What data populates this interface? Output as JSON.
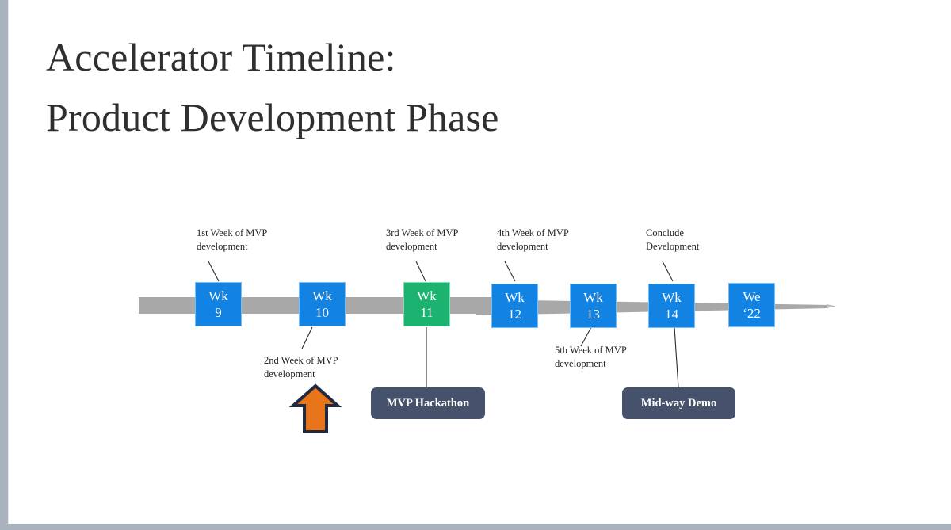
{
  "slide": {
    "title_lines": [
      "Accelerator Timeline:",
      "Product Development Phase"
    ]
  },
  "colors": {
    "blue": "#1283e2",
    "blue_border": "#79bff3",
    "green": "#1cb371",
    "green_border": "#7fe0b3",
    "bar_gray": "#a8a8a8",
    "callout_slate": "#46526b",
    "arrow_orange": "#e8751a",
    "arrow_outline": "#1f2a40",
    "edge_gray": "#aab2bd",
    "text_dark": "#2f2f2f"
  },
  "timeline": {
    "milestones": [
      {
        "top_text": "Wk",
        "bottom_text": "9",
        "color": "blue"
      },
      {
        "top_text": "Wk",
        "bottom_text": "10",
        "color": "blue"
      },
      {
        "top_text": "Wk",
        "bottom_text": "11",
        "color": "green"
      },
      {
        "top_text": "Wk",
        "bottom_text": "12",
        "color": "blue"
      },
      {
        "top_text": "Wk",
        "bottom_text": "13",
        "color": "blue"
      },
      {
        "top_text": "Wk",
        "bottom_text": "14",
        "color": "blue"
      },
      {
        "top_text": "We",
        "bottom_text": "‘22",
        "color": "blue"
      }
    ],
    "notes": [
      {
        "line1": "1st Week of MVP",
        "line2": "development",
        "position": "above"
      },
      {
        "line1": "3rd Week of MVP",
        "line2": "development",
        "position": "above"
      },
      {
        "line1": "4th Week of MVP",
        "line2": "development",
        "position": "above"
      },
      {
        "line1": "Conclude",
        "line2": "Development",
        "position": "above"
      },
      {
        "line1": "2nd Week of MVP",
        "line2": "development",
        "position": "below"
      },
      {
        "line1": "5th Week of MVP",
        "line2": "development",
        "position": "below"
      }
    ],
    "callouts": [
      {
        "label": "MVP Hackathon"
      },
      {
        "label": "Mid-way Demo"
      }
    ],
    "arrow": {
      "name": "up-arrow-highlight"
    }
  }
}
